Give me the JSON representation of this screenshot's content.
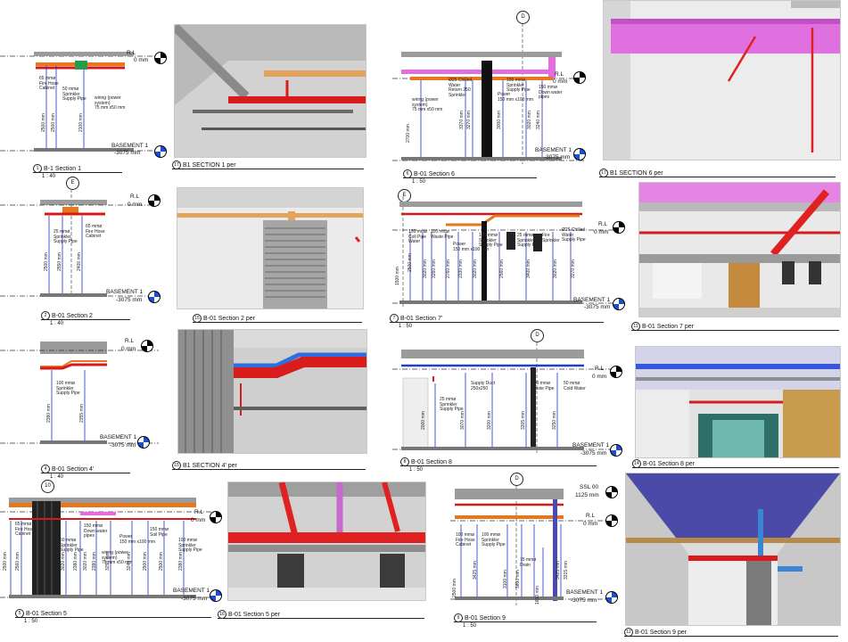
{
  "captions": {
    "s1": {
      "num": "1",
      "title": "B-1 Section 1",
      "scale": "1 : 40"
    },
    "s1p": {
      "num": "17",
      "title": "B1 SECTION 1 per"
    },
    "s6": {
      "num": "6",
      "title": "B-01 Section 6",
      "scale": "1 : 50"
    },
    "s6p": {
      "num": "17",
      "title": "B1 SECTION 6 per"
    },
    "s2": {
      "num": "2",
      "title": "B-01 Section 2",
      "scale": "1 : 40"
    },
    "s2p": {
      "num": "15",
      "title": "B-01 Section 2 per"
    },
    "s7": {
      "num": "7",
      "title": "B-01 Section 7'",
      "scale": "1 : 50"
    },
    "s7p": {
      "num": "11",
      "title": "B-01 Section 7 per"
    },
    "s4": {
      "num": "4",
      "title": "B-01 Section 4'",
      "scale": "1 : 40"
    },
    "s4p": {
      "num": "15",
      "title": "B1 SECTION 4' per"
    },
    "s8": {
      "num": "8",
      "title": "B-01 Section 8",
      "scale": "1 : 50"
    },
    "s8p": {
      "num": "14",
      "title": "B-01 Section 8 per"
    },
    "s5": {
      "num": "5",
      "title": "B-01 Section 5",
      "scale": "1 : 50"
    },
    "s5p": {
      "num": "16",
      "title": "B-01 Section 5 per"
    },
    "s9": {
      "num": "9",
      "title": "B-01 Section 9",
      "scale": "1 : 50"
    },
    "s9p": {
      "num": "12",
      "title": "B-01 Section 9 per"
    }
  },
  "levels": {
    "rl": "R.L",
    "rl_val": "0 mm",
    "b1": "BASEMENT 1",
    "b1_val": "-3075 mm",
    "ssl": "SSL 00",
    "ssl_val": "1125 mm"
  },
  "grids": {
    "d": "D",
    "e": "E",
    "ten": "10"
  },
  "tags": {
    "s1_a": "65 mmø\nFire Hose\nCabinet",
    "s1_b": "50 mmø\nSprinkler\nSupply Pipe",
    "s1_c": "wiring (power\nsystem)\n75 mm x50 mm",
    "s6_a": "Ø25 Chilled\nWater\nReturn 250\nSprinkler",
    "s6_b": "150 mmø\nSprinkler\nSupply Pipe",
    "s6_c": "Power\n150 mm x100 mm",
    "s6_d": "150 mmø\nDown water\npipes",
    "s6_e": "wiring (power\nsystem)\n75 mm x50 mm",
    "s2_a": "25 mmø\nSprinkler\nSupply Pipe",
    "s2_b": "65 mmø\nFire Hose\nCabinet",
    "s7_a": "150 mmø\nColl Pipe\nWater",
    "s7_b": "110 mmø\nWaste Pipe",
    "s7_c": "Power\n150 mm x100 mm",
    "s7_d": "100 mmø\nSprinkler\nSupply Pipe",
    "s7_e": "25 mmø\nSprinkler\nSupply Pipe",
    "s7_f": "Fire\nSprinkler",
    "s7_g": "Ø25 Chilled\nWater\nSupply Pipe",
    "s4_a": "100 mmø\nSprinkler\nSupply Pipe",
    "s8_a": "25 mmø\nSprinkler\nSupply Pipe",
    "s8_b": "Supply Duct\n250x250",
    "s8_c": "100 mmø\nWaste Pipe",
    "s8_d": "50 mmø\nCold Water",
    "s5_a": "65 mmø\nFire Hose\nCabinet",
    "s5_b": "50 mmø\nSprinkler\nSupply Pipe",
    "s5_c": "150 mmø\nDown water\npipes",
    "s5_d": "wiring (power\nsystem)\n75 mm x50 mm",
    "s5_e": "Power\n150 mm x100 mm",
    "s5_f": "150 mmø\nSoil Pipe",
    "s5_g": "100 mmø\nSprinkler\nSupply Pipe",
    "s9_a": "100 mmø\nFire Hose\nCabinet",
    "s9_b": "100 mmø\nSprinkler\nSupply Pipe",
    "s9_c": "75 mmø\nDrain"
  },
  "dims": {
    "d1a": "2500 mm",
    "d1b": "2500 mm",
    "d1c": "2100 mm",
    "d6a": "2700 mm",
    "d6b": "3370 mm",
    "d6c": "3270 mm",
    "d6d": "3000 mm",
    "d6e": "3020 mm",
    "d6f": "3240 mm",
    "d2a": "2500 mm",
    "d2b": "2550 mm",
    "d2c": "2400 mm",
    "d7a": "1500 mm",
    "d7b": "2500 mm",
    "d7c": "3020 mm",
    "d7d": "3260 mm",
    "d7e": "2760 mm",
    "d7f": "2330 mm",
    "d7g": "3020 mm",
    "d7h": "2560 mm",
    "d7i": "3400 mm",
    "d7j": "3020 mm",
    "d7k": "3270 mm",
    "d4a": "2380 mm",
    "d4b": "2355 mm",
    "d8a": "2000 mm",
    "d8b": "3070 mm",
    "d8c": "3200 mm",
    "d8d": "3305 mm",
    "d8e": "3250 mm",
    "d5a": "2500 mm",
    "d5b": "2560 mm",
    "d5c": "3020 mm",
    "d5d": "2380 mm",
    "d5e": "3020 mm",
    "d5f": "2380 mm",
    "d5g": "3250 mm",
    "d5h": "3240 mm",
    "d5i": "2900 mm",
    "d5j": "2500 mm",
    "d5k": "2380 mm",
    "d9a": "2500 mm",
    "d9b": "3425 mm",
    "d9c": "3100 mm",
    "d9d": "3800 mm",
    "d9e": "1600 mm",
    "d9f": "3425 mm",
    "d9g": "3315 mm"
  }
}
